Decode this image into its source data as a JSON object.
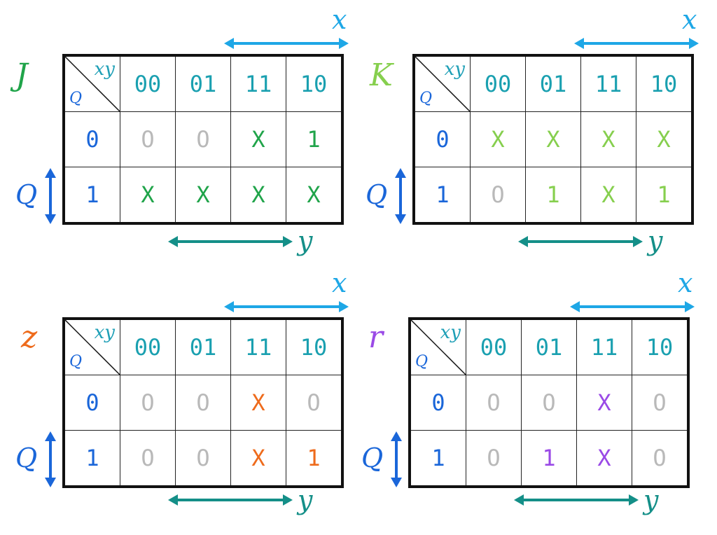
{
  "colors": {
    "x_axis": "#1ea7e6",
    "y_axis": "#148f88",
    "q_axis": "#1a66d9",
    "header": "#1aa0b0",
    "zero": "#b9b9b9"
  },
  "axis_labels": {
    "x": "x",
    "y": "y",
    "q": "Q"
  },
  "corner": {
    "xy": "xy",
    "q": "Q"
  },
  "col_headers": [
    "00",
    "01",
    "11",
    "10"
  ],
  "row_headers": [
    "0",
    "1"
  ],
  "maps": [
    {
      "name": "J",
      "color": "#20a44a",
      "rows": [
        [
          "O",
          "O",
          "X",
          "1"
        ],
        [
          "X",
          "X",
          "X",
          "X"
        ]
      ]
    },
    {
      "name": "K",
      "color": "#86cf4e",
      "rows": [
        [
          "X",
          "X",
          "X",
          "X"
        ],
        [
          "O",
          "1",
          "X",
          "1"
        ]
      ]
    },
    {
      "name": "z",
      "color": "#ee6b1c",
      "rows": [
        [
          "O",
          "O",
          "X",
          "O"
        ],
        [
          "O",
          "O",
          "X",
          "1"
        ]
      ]
    },
    {
      "name": "r",
      "color": "#9a4ae6",
      "rows": [
        [
          "O",
          "O",
          "X",
          "O"
        ],
        [
          "O",
          "1",
          "X",
          "O"
        ]
      ]
    }
  ]
}
